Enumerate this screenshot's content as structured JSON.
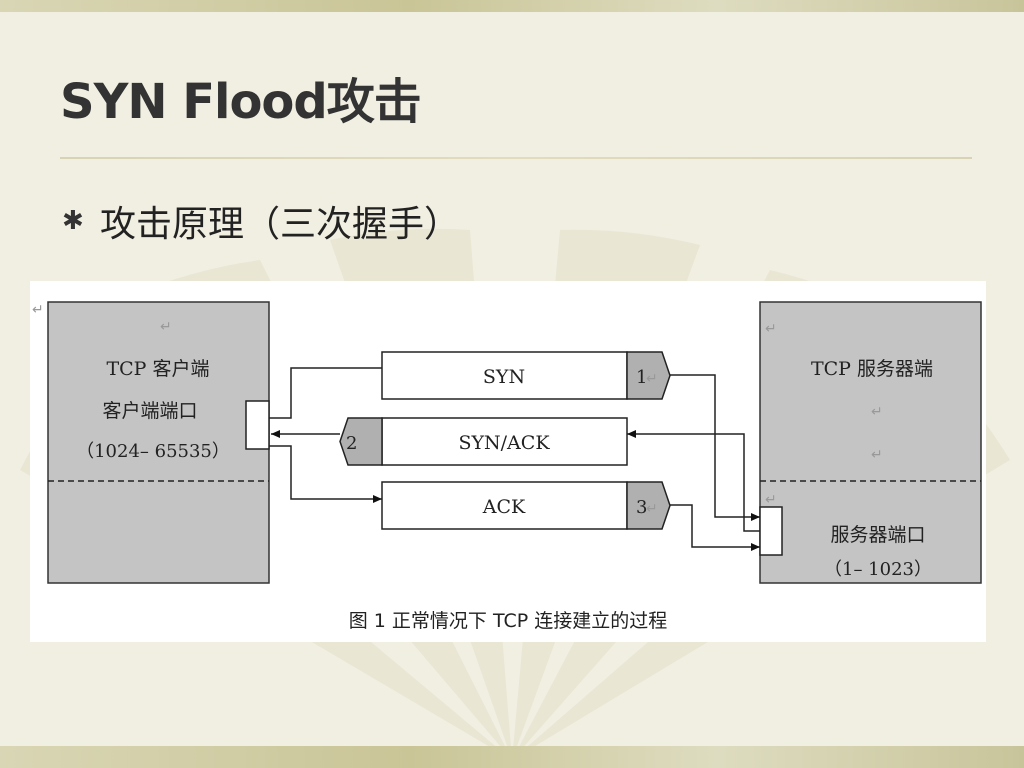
{
  "slide": {
    "title": "SYN Flood攻击",
    "bullet_symbol": "✱",
    "subheading": "攻击原理（三次握手）"
  },
  "diagram": {
    "client": {
      "name": "TCP 客户端",
      "port_label": "客户端端口",
      "port_range": "（1024– 65535）"
    },
    "server": {
      "name": "TCP 服务器端",
      "port_label": "服务器端口",
      "port_range": "（1– 1023）"
    },
    "messages": [
      {
        "label": "SYN",
        "step": "1"
      },
      {
        "label": "SYN/ACK",
        "step": "2"
      },
      {
        "label": "ACK",
        "step": "3"
      }
    ],
    "paragraph_mark": "↵",
    "caption": "图 1  正常情况下 TCP 连接建立的过程"
  },
  "colors": {
    "box_gray": "#c4c4c4",
    "step_gray": "#b0b0b0",
    "background": "#f1efe2"
  }
}
